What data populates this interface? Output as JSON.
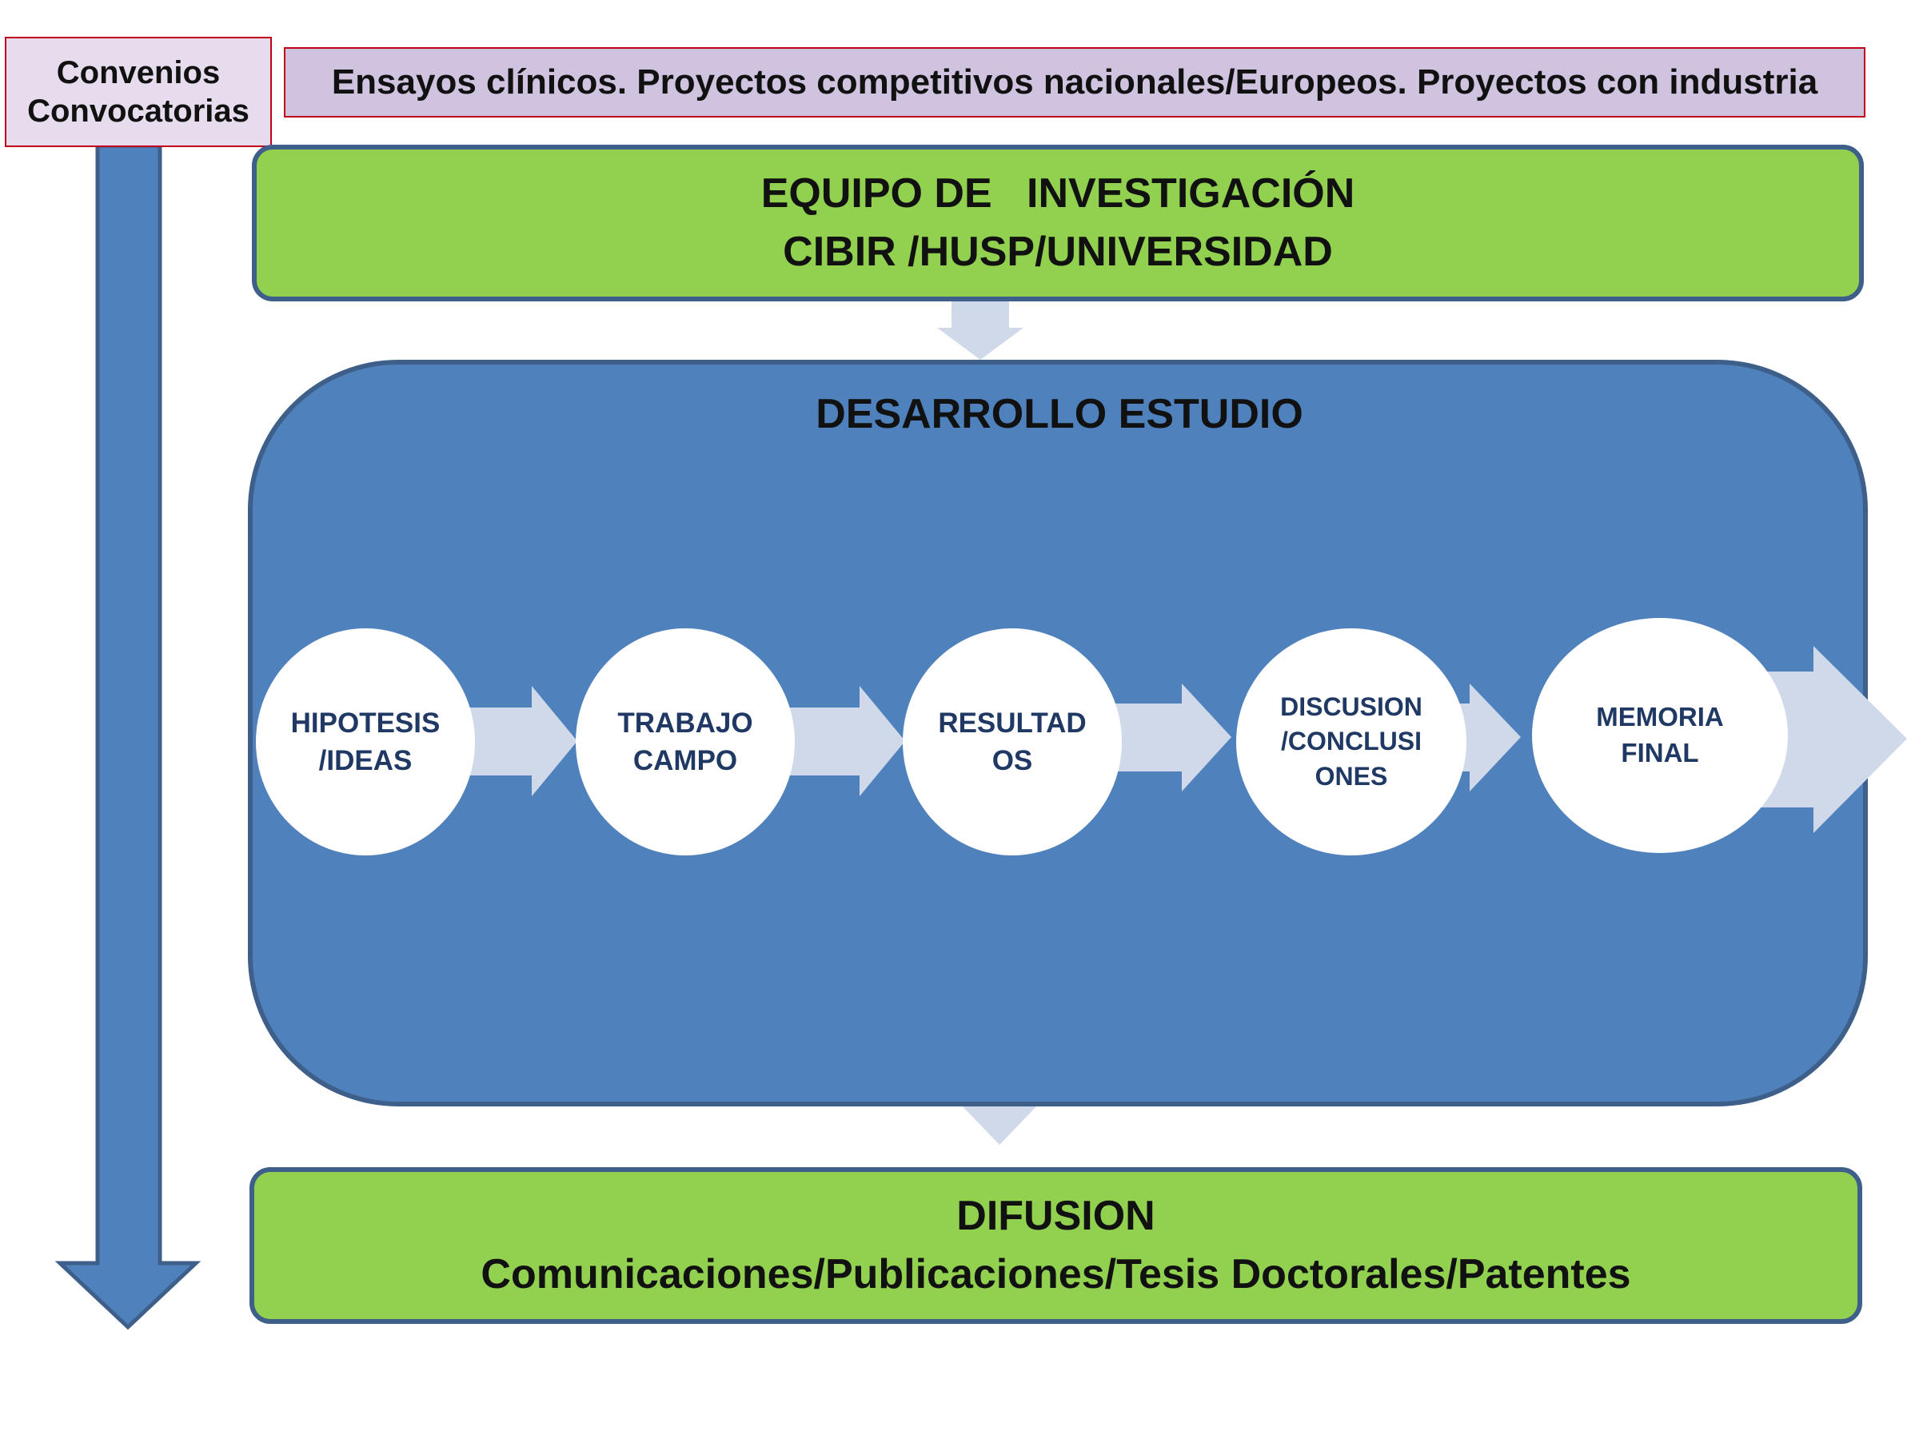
{
  "side_label": {
    "line1": "Convenios",
    "line2": "Convocatorias"
  },
  "projects_banner": {
    "text": "Ensayos clínicos. Proyectos competitivos  nacionales/Europeos.  Proyectos con industria"
  },
  "team": {
    "line1": "EQUIPO DE   INVESTIGACIÓN",
    "line2": "CIBIR /HUSP/UNIVERSIDAD"
  },
  "development": {
    "title": "DESARROLLO ESTUDIO",
    "steps": [
      {
        "line1": "HIPOTESIS",
        "line2": "/IDEAS",
        "line3": ""
      },
      {
        "line1": "TRABAJO",
        "line2": "CAMPO",
        "line3": ""
      },
      {
        "line1": "RESULTAD",
        "line2": "OS",
        "line3": ""
      },
      {
        "line1": "DISCUSION",
        "line2": "/CONCLUSI",
        "line3": "ONES"
      },
      {
        "line1": "MEMORIA",
        "line2": "FINAL",
        "line3": ""
      }
    ]
  },
  "dissemination": {
    "line1": "DIFUSION",
    "line2": "Comunicaciones/Publicaciones/Tesis Doctorales/Patentes"
  },
  "colors": {
    "green": "#92d050",
    "blue_panel": "#4f81bd",
    "outline": "#3e5f8a",
    "light_arrow": "#d0d9ea",
    "red_border": "#c0001a",
    "lavender": "#cfc3e0",
    "step_text": "#1f3864"
  }
}
